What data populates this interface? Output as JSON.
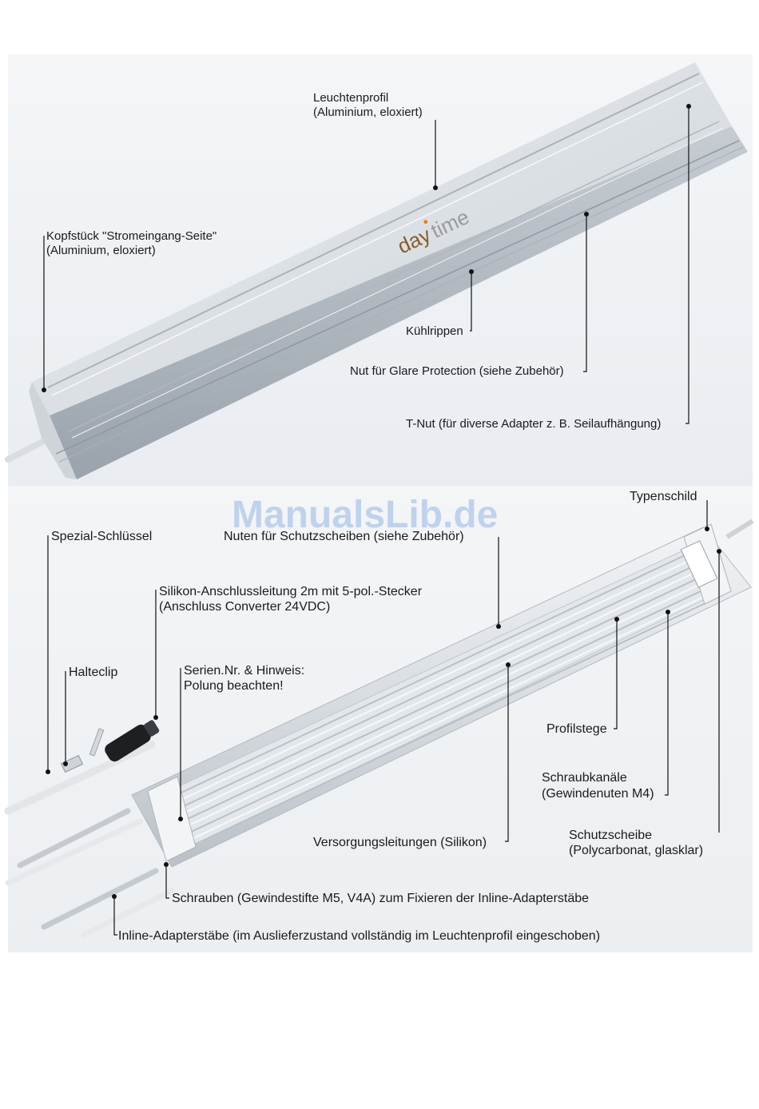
{
  "watermark": "ManualsLib.de",
  "logo": {
    "part1": "day",
    "part2": "time"
  },
  "top_panel": {
    "labels": {
      "leuchtenprofil_1": "Leuchtenprofil",
      "leuchtenprofil_2": "(Aluminium, eloxiert)",
      "kopfstueck_1": "Kopfstück \"Stromeingang-Seite\"",
      "kopfstueck_2": "(Aluminium, eloxiert)",
      "kuehlrippen": "Kühlrippen",
      "nut_glare": "Nut für Glare Protection (siehe Zubehör)",
      "t_nut": "T-Nut (für diverse Adapter z. B. Seilaufhängung)"
    }
  },
  "bottom_panel": {
    "labels": {
      "typenschild": "Typenschild",
      "spezial_schluessel": "Spezial-Schlüssel",
      "nuten_schutzscheiben": "Nuten für Schutzscheiben (siehe Zubehör)",
      "silikon_1": "Silikon-Anschlussleitung 2m mit 5-pol.-Stecker",
      "silikon_2": "(Anschluss Converter 24VDC)",
      "halteclip": "Halteclip",
      "serien_1": "Serien.Nr. & Hinweis:",
      "serien_2": "Polung beachten!",
      "profilstege": "Profilstege",
      "schraubkanaele_1": "Schraubkanäle",
      "schraubkanaele_2": "(Gewindenuten M4)",
      "schutzscheibe_1": "Schutzscheibe",
      "schutzscheibe_2": "(Polycarbonat, glasklar)",
      "versorgungsleitungen": "Versorgungsleitungen (Silikon)",
      "schrauben": "Schrauben (Gewindestifte M5, V4A) zum Fixieren der Inline-Adapterstäbe",
      "inline_adapter": "Inline-Adapterstäbe (im Auslieferzustand vollständig im Leuchtenprofil eingeschoben)"
    }
  },
  "colors": {
    "logo_brown": "#8a5a2b",
    "logo_grey": "#9a9a9a",
    "logo_dot": "#e07b20",
    "watermark": "#b8cdea"
  }
}
